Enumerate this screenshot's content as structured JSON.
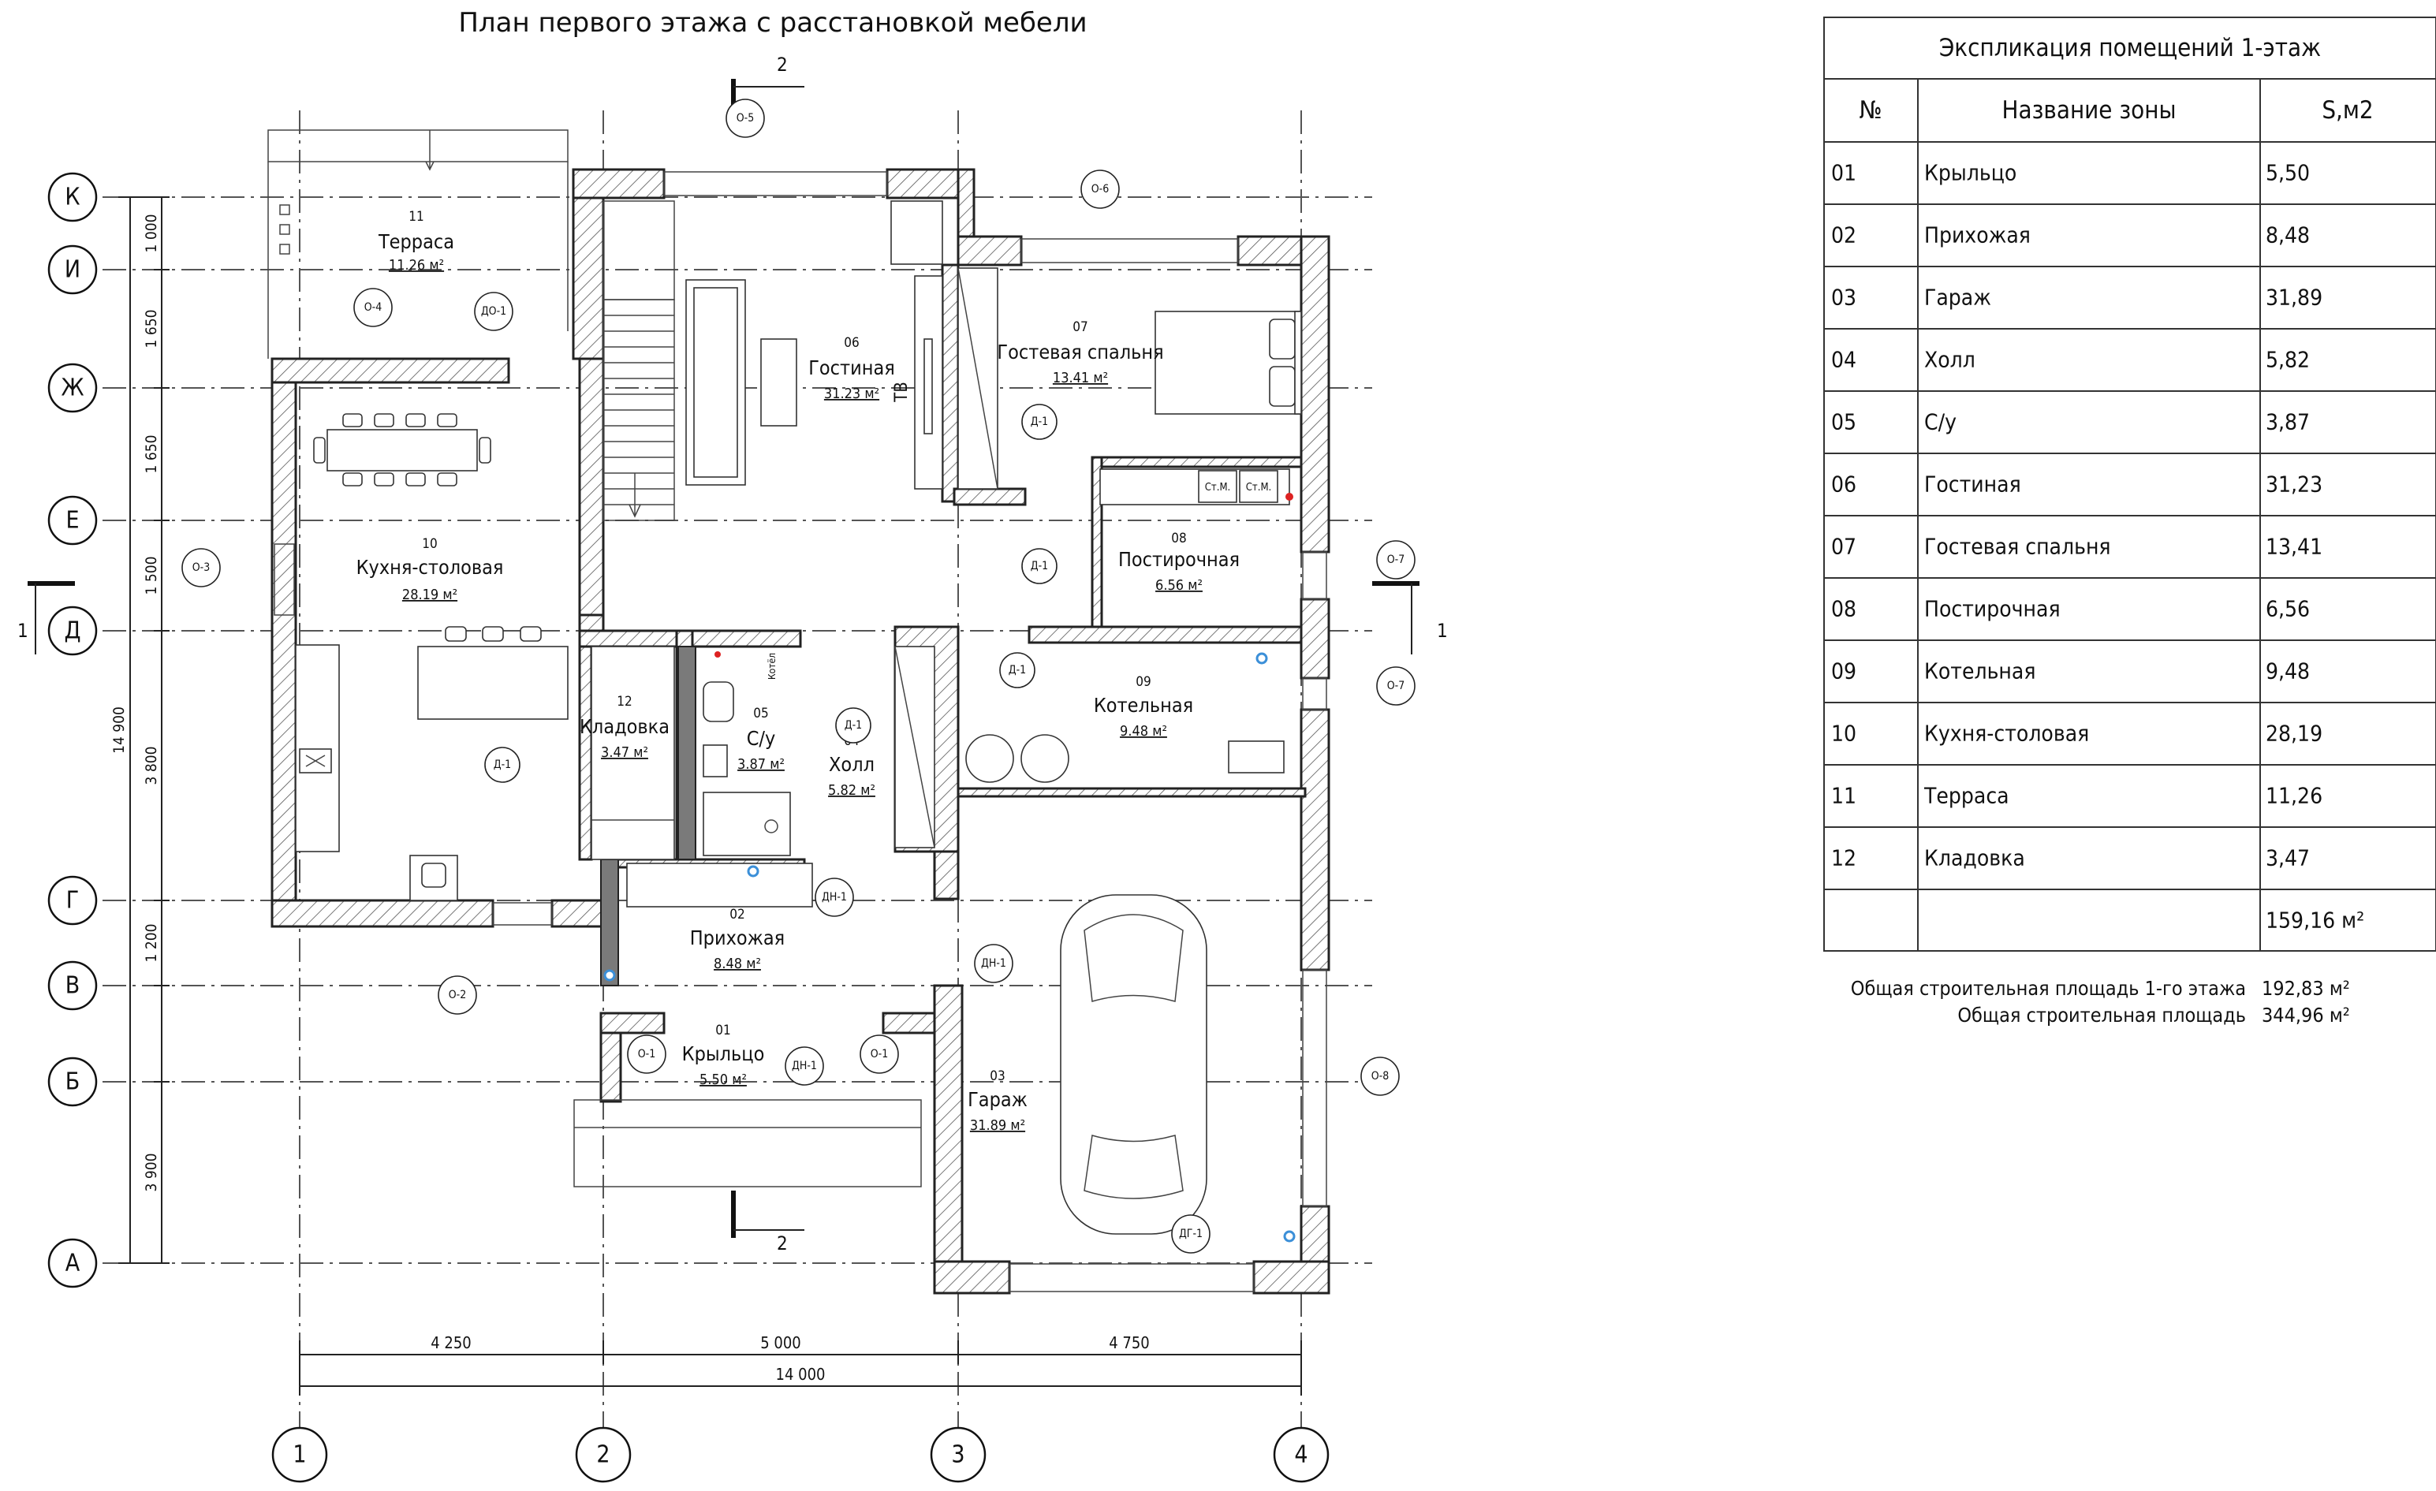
{
  "title": "План первого этажа с расстановкой мебели",
  "axes_vertical": [
    "К",
    "И",
    "Ж",
    "Е",
    "Д",
    "Г",
    "В",
    "Б",
    "А"
  ],
  "axes_horizontal": [
    "1",
    "2",
    "3",
    "4"
  ],
  "dims_left": [
    "1 000",
    "1 650",
    "1 650",
    "1 500",
    "3 800",
    "1 200",
    "3 900"
  ],
  "dim_total_left": "14 900",
  "dims_bottom": [
    "4 250",
    "5 000",
    "4 750"
  ],
  "dim_total_bottom": "14 000",
  "section_marks": {
    "section_2": "2",
    "section_1": "1"
  },
  "rooms": [
    {
      "id": "room-terrace",
      "num": "11",
      "name": "Терраса",
      "area": "11.26 м²"
    },
    {
      "id": "room-kitchen",
      "num": "10",
      "name": "Кухня-столовая",
      "area": "28.19 м²"
    },
    {
      "id": "room-living",
      "num": "06",
      "name": "Гостиная",
      "area": "31.23 м²"
    },
    {
      "id": "room-guest",
      "num": "07",
      "name": "Гостевая спальня",
      "area": "13.41 м²"
    },
    {
      "id": "room-laundry",
      "num": "08",
      "name": "Постирочная",
      "area": "6.56 м²"
    },
    {
      "id": "room-boiler",
      "num": "09",
      "name": "Котельная",
      "area": "9.48 м²"
    },
    {
      "id": "room-storage",
      "num": "12",
      "name": "Кладовка",
      "area": "3.47 м²"
    },
    {
      "id": "room-wc",
      "num": "05",
      "name": "С/у",
      "area": "3.87 м²"
    },
    {
      "id": "room-hall",
      "num": "04",
      "name": "Холл",
      "area": "5.82 м²"
    },
    {
      "id": "room-entry",
      "num": "02",
      "name": "Прихожая",
      "area": "8.48 м²"
    },
    {
      "id": "room-porch",
      "num": "01",
      "name": "Крыльцо",
      "area": "5.50 м²"
    },
    {
      "id": "room-garage",
      "num": "03",
      "name": "Гараж",
      "area": "31.89 м²"
    }
  ],
  "tags": {
    "o1": "О-1",
    "o2": "О-2",
    "o3": "О-3",
    "o4": "О-4",
    "o5": "О-5",
    "o6": "О-6",
    "o7": "О-7",
    "o8": "О-8",
    "d1": "Д-1",
    "do1": "ДО-1",
    "dn1": "ДН-1",
    "dg1": "ДГ-1"
  },
  "labels": {
    "tv": "ТВ",
    "washer": "Ст.М.",
    "boiler": "Котёл"
  },
  "table": {
    "title": "Экспликация помещений 1-этаж",
    "headers": [
      "№",
      "Название зоны",
      "S,м2"
    ],
    "rows": [
      [
        "01",
        "Крыльцо",
        "5,50"
      ],
      [
        "02",
        "Прихожая",
        "8,48"
      ],
      [
        "03",
        "Гараж",
        "31,89"
      ],
      [
        "04",
        "Холл",
        "5,82"
      ],
      [
        "05",
        "С/у",
        "3,87"
      ],
      [
        "06",
        "Гостиная",
        "31,23"
      ],
      [
        "07",
        "Гостевая спальня",
        "13,41"
      ],
      [
        "08",
        "Постирочная",
        "6,56"
      ],
      [
        "09",
        "Котельная",
        "9,48"
      ],
      [
        "10",
        "Кухня-столовая",
        "28,19"
      ],
      [
        "11",
        "Терраса",
        "11,26"
      ],
      [
        "12",
        "Кладовка",
        "3,47"
      ]
    ],
    "total": "159,16 м²"
  },
  "summary": [
    {
      "label": "Общая строительная площадь 1-го этажа",
      "value": "192,83 м²"
    },
    {
      "label": "Общая строительная площадь",
      "value": "344,96 м²"
    }
  ]
}
